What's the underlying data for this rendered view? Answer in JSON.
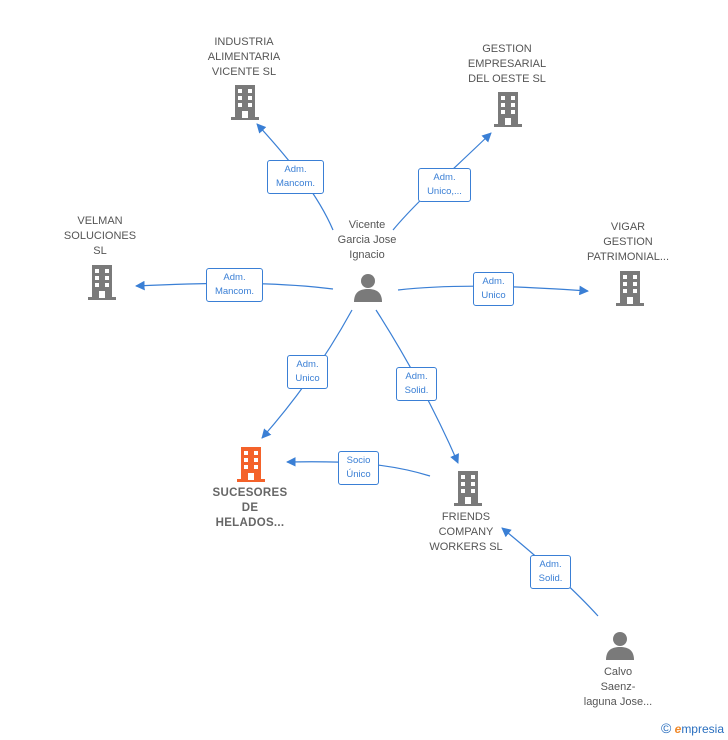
{
  "nodes": {
    "industria": [
      "INDUSTRIA",
      "ALIMENTARIA",
      "VICENTE SL"
    ],
    "gestion": [
      "GESTION",
      "EMPRESARIAL",
      "DEL OESTE SL"
    ],
    "velman": [
      "VELMAN",
      "SOLUCIONES",
      "SL"
    ],
    "vigar": [
      "VIGAR",
      "GESTION",
      "PATRIMONIAL..."
    ],
    "sucesores": [
      "SUCESORES",
      "DE",
      "HELADOS..."
    ],
    "friends": [
      "FRIENDS",
      "COMPANY",
      "WORKERS  SL"
    ],
    "vicente": [
      "Vicente",
      "Garcia Jose",
      "Ignacio"
    ],
    "calvo": [
      "Calvo",
      "Saenz-",
      "laguna Jose..."
    ]
  },
  "edges": {
    "vicente_industria": [
      "Adm.",
      "Mancom."
    ],
    "vicente_gestion": [
      "Adm.",
      "Unico,..."
    ],
    "vicente_velman": [
      "Adm.",
      "Mancom."
    ],
    "vicente_vigar": [
      "Adm.",
      "Unico"
    ],
    "vicente_sucesores": [
      "Adm.",
      "Unico"
    ],
    "vicente_friends": [
      "Adm.",
      "Solid."
    ],
    "friends_sucesores": [
      "Socio",
      "Único"
    ],
    "calvo_friends": [
      "Adm.",
      "Solid."
    ]
  },
  "colors": {
    "edge": "#3a7fd5",
    "company": "#7a7a7a",
    "company_main": "#f4622a",
    "person": "#7a7a7a"
  },
  "icons": {
    "company": "building-icon",
    "person": "person-icon",
    "copyright": "copyright-icon"
  },
  "footer": {
    "copyright": "©",
    "brand_initial": "e",
    "brand_rest": "mpresia"
  }
}
